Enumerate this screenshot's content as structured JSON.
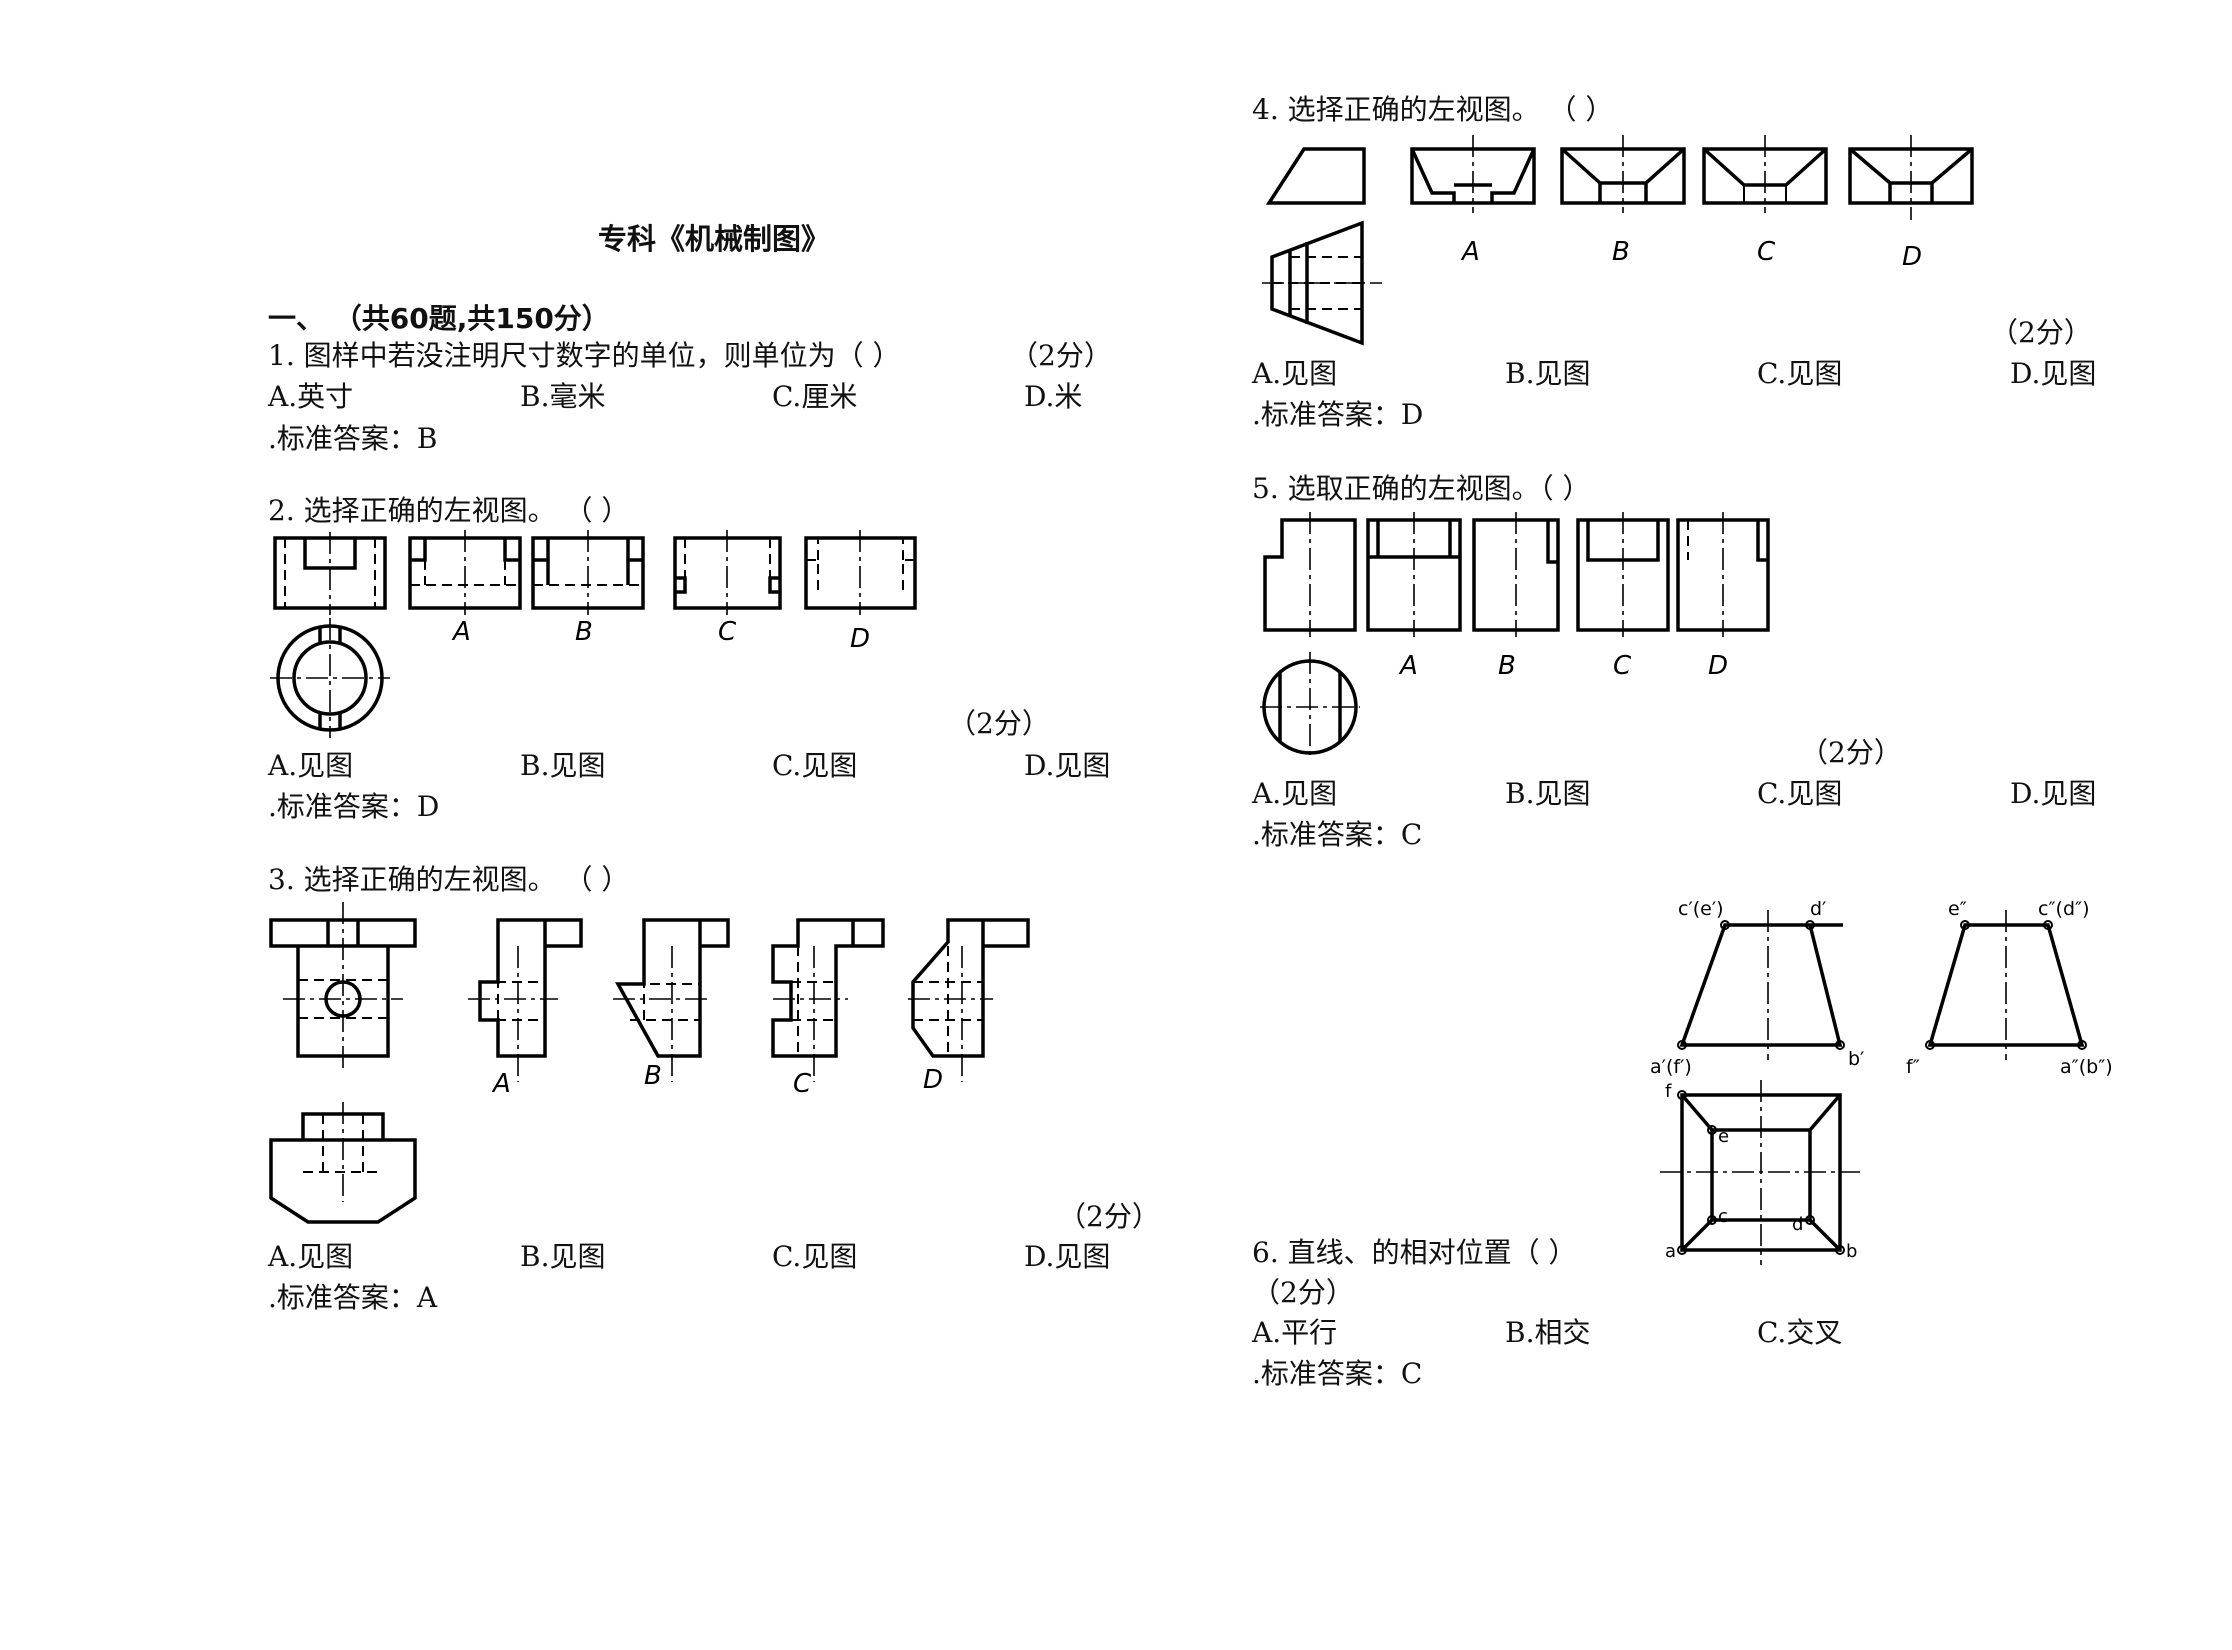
{
  "title": "专科《机械制图》",
  "section": "一、  （共60题,共150分）",
  "q1": {
    "stem": "1.  图样中若没注明尺寸数字的单位，则单位为（  ）",
    "score": "（2分）",
    "options": [
      "A.英寸",
      "B.毫米",
      "C.厘米",
      "D.米"
    ],
    "answer": ".标准答案：B"
  },
  "q2": {
    "stem": "2.  选择正确的左视图。  （  ）",
    "score": "（2分）",
    "labels": [
      "A",
      "B",
      "C",
      "D"
    ],
    "options": [
      "A.见图",
      "B.见图",
      "C.见图",
      "D.见图"
    ],
    "answer": ".标准答案：D"
  },
  "q3": {
    "stem": "3.  选择正确的左视图。  （  ）",
    "score": "（2分）",
    "labels": [
      "A",
      "B",
      "C",
      "D"
    ],
    "options": [
      "A.见图",
      "B.见图",
      "C.见图",
      "D.见图"
    ],
    "answer": ".标准答案：A"
  },
  "q4": {
    "stem": "4.  选择正确的左视图。  （  ）",
    "score": "（2分）",
    "labels": [
      "A",
      "B",
      "C",
      "D"
    ],
    "options": [
      "A.见图",
      "B.见图",
      "C.见图",
      "D.见图"
    ],
    "answer": ".标准答案：D"
  },
  "q5": {
    "stem": "5.  选取正确的左视图。（  ）",
    "score": "（2分）",
    "labels": [
      "A",
      "B",
      "C",
      "D"
    ],
    "options": [
      "A.见图",
      "B.见图",
      "C.见图",
      "D.见图"
    ],
    "answer": ".标准答案：C"
  },
  "q6": {
    "stem": "6.  直线、的相对位置（  ）",
    "score": "（2分）",
    "options": [
      "A.平行",
      "B.相交",
      "C.交叉"
    ],
    "answer": ".标准答案：C",
    "fig_labels": {
      "c1": "c′(e′)",
      "d1": "d′",
      "a1": "a′(f′)",
      "b1": "b′",
      "e2": "e″",
      "c2": "c″(d″)",
      "f2": "f″",
      "a2": "a″(b″)",
      "f": "f",
      "e": "e",
      "c": "c",
      "d": "d",
      "a": "a",
      "b": "b"
    }
  }
}
